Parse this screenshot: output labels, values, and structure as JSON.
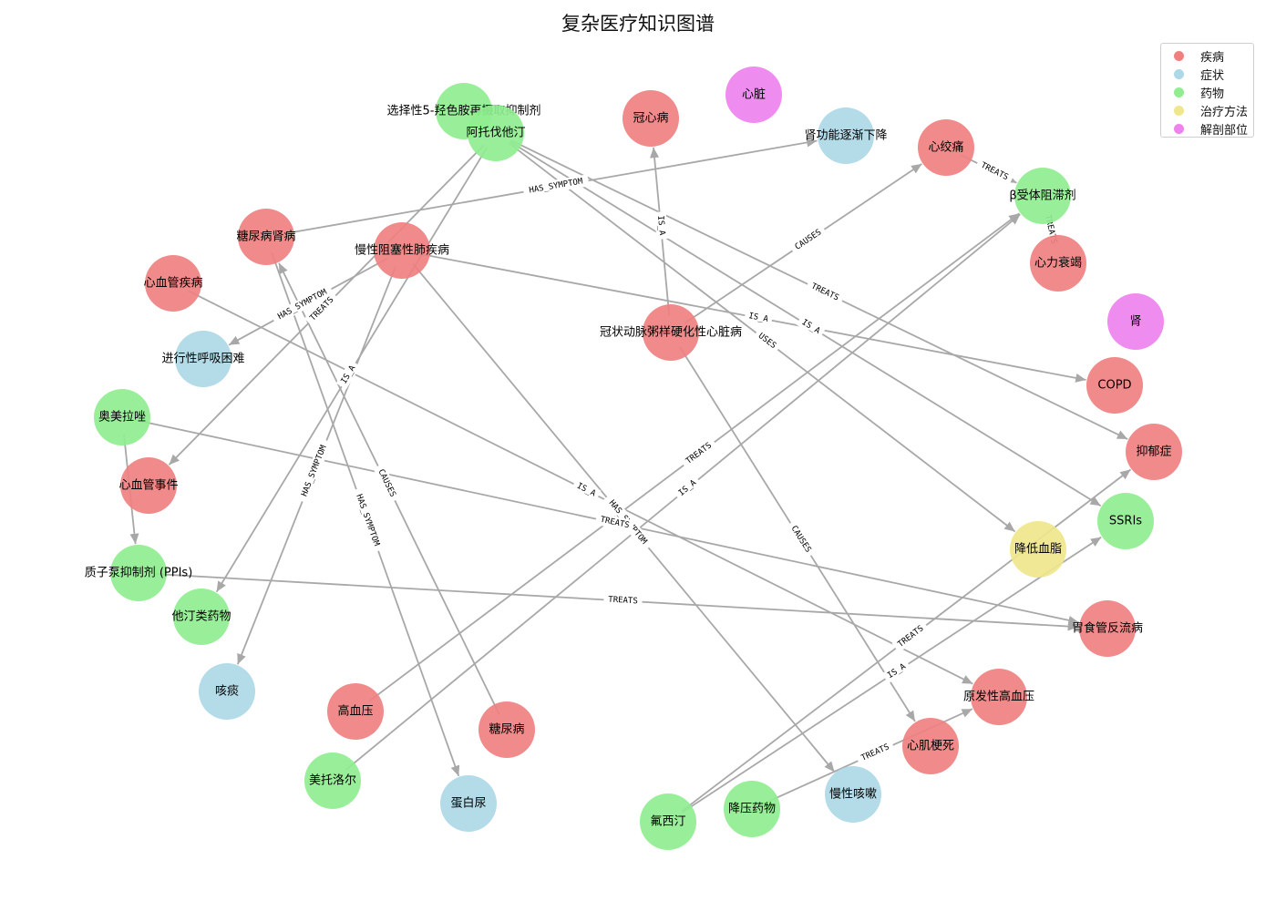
{
  "title": "复杂医疗知识图谱",
  "categories": {
    "disease": {
      "label": "疾病",
      "color": "#f08080"
    },
    "symptom": {
      "label": "症状",
      "color": "#add8e6"
    },
    "drug": {
      "label": "药物",
      "color": "#90ee90"
    },
    "treatment": {
      "label": "治疗方法",
      "color": "#f0e68c"
    },
    "anatomy": {
      "label": "解剖部位",
      "color": "#ee82ee"
    }
  },
  "legend": [
    "disease",
    "symptom",
    "drug",
    "treatment",
    "anatomy"
  ],
  "nodes": [
    {
      "id": "ssri_class",
      "label": "选择性5-羟色胺再摄取抑制剂",
      "type": "drug"
    },
    {
      "id": "atorvastatin",
      "label": "阿托伐他汀",
      "type": "drug"
    },
    {
      "id": "chd",
      "label": "冠心病",
      "type": "disease"
    },
    {
      "id": "heart",
      "label": "心脏",
      "type": "anatomy"
    },
    {
      "id": "renal_decline",
      "label": "肾功能逐渐下降",
      "type": "symptom"
    },
    {
      "id": "angina",
      "label": "心绞痛",
      "type": "disease"
    },
    {
      "id": "beta_blocker",
      "label": "β受体阻滞剂",
      "type": "drug"
    },
    {
      "id": "heart_failure",
      "label": "心力衰竭",
      "type": "disease"
    },
    {
      "id": "kidney",
      "label": "肾",
      "type": "anatomy"
    },
    {
      "id": "dkd",
      "label": "糖尿病肾病",
      "type": "disease"
    },
    {
      "id": "copd_full",
      "label": "慢性阻塞性肺疾病",
      "type": "disease"
    },
    {
      "id": "cvd",
      "label": "心血管疾病",
      "type": "disease"
    },
    {
      "id": "cad",
      "label": "冠状动脉粥样硬化性心脏病",
      "type": "disease"
    },
    {
      "id": "dyspnea",
      "label": "进行性呼吸困难",
      "type": "symptom"
    },
    {
      "id": "copd",
      "label": "COPD",
      "type": "disease"
    },
    {
      "id": "omeprazole",
      "label": "奥美拉唑",
      "type": "drug"
    },
    {
      "id": "depression",
      "label": "抑郁症",
      "type": "disease"
    },
    {
      "id": "cv_event",
      "label": "心血管事件",
      "type": "disease"
    },
    {
      "id": "ssris",
      "label": "SSRIs",
      "type": "drug"
    },
    {
      "id": "lipid",
      "label": "降低血脂",
      "type": "treatment"
    },
    {
      "id": "ppi",
      "label": "质子泵抑制剂 (PPIs)",
      "type": "drug"
    },
    {
      "id": "statins",
      "label": "他汀类药物",
      "type": "drug"
    },
    {
      "id": "gerd",
      "label": "胃食管反流病",
      "type": "disease"
    },
    {
      "id": "cough",
      "label": "咳痰",
      "type": "symptom"
    },
    {
      "id": "essential_htn",
      "label": "原发性高血压",
      "type": "disease"
    },
    {
      "id": "htn",
      "label": "高血压",
      "type": "disease"
    },
    {
      "id": "diabetes",
      "label": "糖尿病",
      "type": "disease"
    },
    {
      "id": "mi",
      "label": "心肌梗死",
      "type": "disease"
    },
    {
      "id": "metoprolol",
      "label": "美托洛尔",
      "type": "drug"
    },
    {
      "id": "chronic_cough",
      "label": "慢性咳嗽",
      "type": "symptom"
    },
    {
      "id": "proteinuria",
      "label": "蛋白尿",
      "type": "symptom"
    },
    {
      "id": "antihypertensive",
      "label": "降压药物",
      "type": "drug"
    },
    {
      "id": "fluoxetine",
      "label": "氟西汀",
      "type": "drug"
    }
  ],
  "edges": [
    {
      "source": "dkd",
      "target": "renal_decline",
      "label": "HAS_SYMPTOM"
    },
    {
      "source": "dkd",
      "target": "proteinuria",
      "label": "HAS_SYMPTOM"
    },
    {
      "source": "diabetes",
      "target": "dkd",
      "label": "CAUSES"
    },
    {
      "source": "angina",
      "target": "beta_blocker",
      "label": "TREATS"
    },
    {
      "source": "beta_blocker",
      "target": "heart_failure",
      "label": "TREATS"
    },
    {
      "source": "cad",
      "target": "chd",
      "label": "IS_A"
    },
    {
      "source": "cad",
      "target": "angina",
      "label": "CAUSES"
    },
    {
      "source": "cad",
      "target": "mi",
      "label": "CAUSES"
    },
    {
      "source": "atorvastatin",
      "target": "depression",
      "label": "TREATS"
    },
    {
      "source": "atorvastatin",
      "target": "lipid",
      "label": "USES"
    },
    {
      "source": "atorvastatin",
      "target": "ssris",
      "label": "IS_A"
    },
    {
      "source": "atorvastatin",
      "target": "cv_event",
      "label": "TREATS"
    },
    {
      "source": "atorvastatin",
      "target": "statins",
      "label": "IS_A"
    },
    {
      "source": "copd_full",
      "target": "dyspnea",
      "label": "HAS_SYMPTOM"
    },
    {
      "source": "copd_full",
      "target": "cough",
      "label": "HAS_SYMPTOM"
    },
    {
      "source": "copd_full",
      "target": "copd",
      "label": "IS_A"
    },
    {
      "source": "copd_full",
      "target": "chronic_cough",
      "label": "HAS_SYMPTOM"
    },
    {
      "source": "cvd",
      "target": "essential_htn",
      "label": "IS_A"
    },
    {
      "source": "omeprazole",
      "target": "gerd",
      "label": "TREATS"
    },
    {
      "source": "omeprazole",
      "target": "ppi",
      "label": ""
    },
    {
      "source": "ppi",
      "target": "gerd",
      "label": "TREATS"
    },
    {
      "source": "htn",
      "target": "beta_blocker",
      "label": "TREATS"
    },
    {
      "source": "metoprolol",
      "target": "beta_blocker",
      "label": "IS_A"
    },
    {
      "source": "fluoxetine",
      "target": "depression",
      "label": "TREATS"
    },
    {
      "source": "fluoxetine",
      "target": "ssris",
      "label": "IS_A"
    },
    {
      "source": "antihypertensive",
      "target": "essential_htn",
      "label": "TREATS"
    }
  ]
}
